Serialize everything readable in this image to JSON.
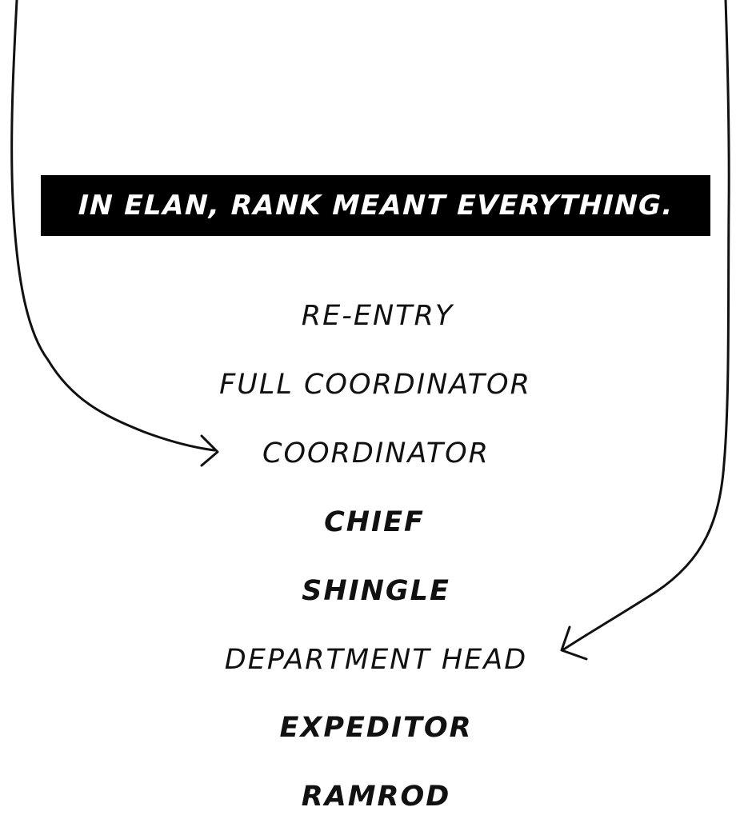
{
  "caption": {
    "text": "IN ELAN, RANK MEANT EVERYTHING."
  },
  "ranks": [
    {
      "label": "RE-ENTRY",
      "emphasis": "normal"
    },
    {
      "label": "FULL COORDINATOR",
      "emphasis": "normal"
    },
    {
      "label": "COORDINATOR",
      "emphasis": "normal"
    },
    {
      "label": "CHIEF",
      "emphasis": "bold"
    },
    {
      "label": "SHINGLE",
      "emphasis": "bold"
    },
    {
      "label": "DEPARTMENT HEAD",
      "emphasis": "normal"
    },
    {
      "label": "EXPEDITOR",
      "emphasis": "bold"
    },
    {
      "label": "RAMROD",
      "emphasis": "bold"
    }
  ],
  "arrows": [
    {
      "name": "left-arrow",
      "points_to": "COORDINATOR"
    },
    {
      "name": "right-arrow",
      "points_to": "DEPARTMENT HEAD"
    }
  ],
  "colors": {
    "background": "#ffffff",
    "ink": "#111111",
    "caption_background": "#000000",
    "caption_text": "#ffffff"
  }
}
